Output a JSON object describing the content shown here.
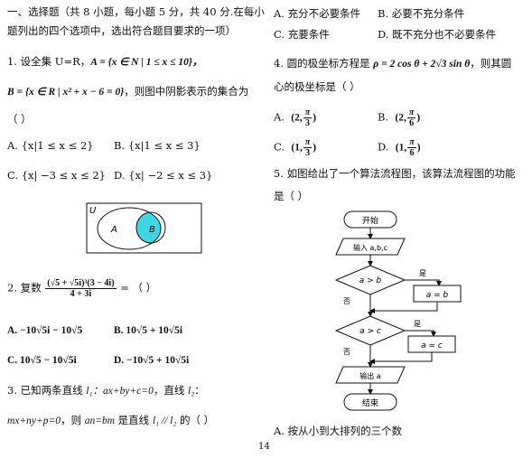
{
  "left": {
    "section_header_line1": "一、选择题（共 8 小题，每小题 5 分，共 40 分.在每小",
    "section_header_line2": "题列出的四个选项中，选出符合题目要求的一项）",
    "q1": {
      "line1_prefix": "1.  设全集 U=R，",
      "set_a": "A = {x ∈ N | 1 ≤ x ≤ 10}，",
      "set_b": "B = {x ∈ R | x² + x − 6 = 0}",
      "line2_suffix": "，则图中阴影表示的集合为",
      "paren": "（      ）",
      "opt_a": "A.  {x|1 ≤ x ≤ 2}",
      "opt_b": "B.  {x|1 ≤ x ≤ 3}",
      "opt_c": "C.  {x| −3 ≤ x ≤ 2}",
      "opt_d": "D.  {x| −2 ≤ x ≤ 3}",
      "venn_u": "U",
      "venn_a": "A",
      "venn_b": "B"
    },
    "q2": {
      "prefix": "2.  复数",
      "numerator": "(√5 + √5i)³(3 − 4i)",
      "denominator": "4 + 3i",
      "suffix": "= （      ）",
      "opt_a": "A.  −10√5i − 10√5",
      "opt_b": "B.  10√5 + 10√5i",
      "opt_c": "C.  10√5 − 10√5i",
      "opt_d": "D.  −10√5 + 10√5i"
    },
    "q3": {
      "line1_prefix": "3.  已知两条直线 ",
      "line1_l1": "l₁：ax+by+c=0",
      "line1_mid": "，直线 ",
      "line1_l2": "l₂",
      "line1_end": "：",
      "line2_eq": "mx+ny+p=0",
      "line2_mid": "，则 ",
      "line2_cond": "an=bm",
      "line2_text": " 是直线 ",
      "line2_par": "l₁ // l₂",
      "line2_end": " 的（      ）"
    }
  },
  "right": {
    "q3_opts": {
      "opt_a": "A.  充分不必要条件",
      "opt_b": "B.  必要不充分条件",
      "opt_c": "C.  充要条件",
      "opt_d": "D.  既不充分也不必要条件"
    },
    "q4": {
      "prefix": "4.  圆的极坐标方程是 ",
      "equation": "ρ = 2 cos θ + 2√3 sin θ",
      "suffix": "，则其圆",
      "line2": "心的极坐标是（      ）",
      "opt_a_label": "A.",
      "opt_a_left": "(2,",
      "opt_b_label": "B.",
      "opt_b_left": "(2,",
      "opt_c_label": "C.",
      "opt_c_left": "(1,",
      "opt_d_label": "D.",
      "opt_d_left": "(1,",
      "pi": "π",
      "three": "3",
      "six": "6",
      "close": ")"
    },
    "q5": {
      "line1": "5.  如图给出了一个算法流程图，该算法流程图的功能",
      "line2": "是（      ）",
      "opt_a": "A.  按从小到大排列的三个数"
    },
    "flowchart": {
      "start": "开始",
      "input": "输入 a,b,c",
      "cond1": "a > b",
      "yes1": "是",
      "assign1": "a = b",
      "no1": "否",
      "cond2": "a > c",
      "yes2": "是",
      "assign2": "a = c",
      "no2": "否",
      "output": "输出 a",
      "end": "结束"
    }
  },
  "page_number": "14",
  "colors": {
    "shade": "#3cd6e4",
    "ink": "#111111"
  }
}
